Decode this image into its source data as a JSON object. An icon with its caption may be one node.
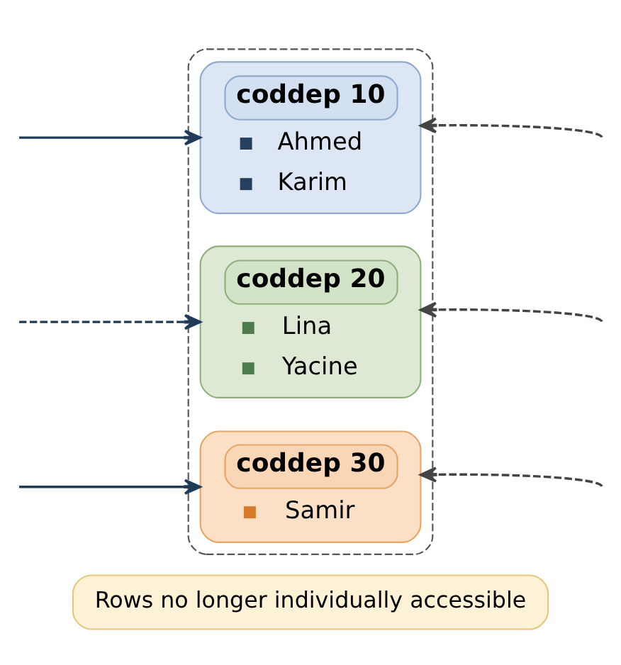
{
  "diagram": {
    "nodes": [
      {
        "text": [],
        "shape": "box"
      },
      {
        "text": [
          "coddep 10",
          "Ahmed",
          "Karim"
        ],
        "in": 0
      },
      {
        "text": [
          "coddep 20",
          "Lina",
          "Yacine"
        ],
        "in": 0
      },
      {
        "text": [
          "coddep 30",
          "Samir"
        ],
        "in": 0
      },
      {
        "text": [
          "Rows no longer individually accessible"
        ]
      }
    ],
    "edges": [
      {
        "from": null,
        "to": 1,
        "arrow": "to",
        "style": "dashed",
        "color": "#444444"
      },
      {
        "from": null,
        "to": 2,
        "arrow": "to",
        "style": "dashed",
        "color": "#444444"
      },
      {
        "from": null,
        "to": 3,
        "arrow": "to",
        "style": "dashed",
        "color": "#444444"
      },
      {
        "from": null,
        "to": 1,
        "arrow": "to"
      },
      {
        "from": null,
        "to": 2,
        "arrow": "to",
        "style": "dashed"
      },
      {
        "from": null,
        "to": 3,
        "arrow": "to"
      }
    ]
  }
}
